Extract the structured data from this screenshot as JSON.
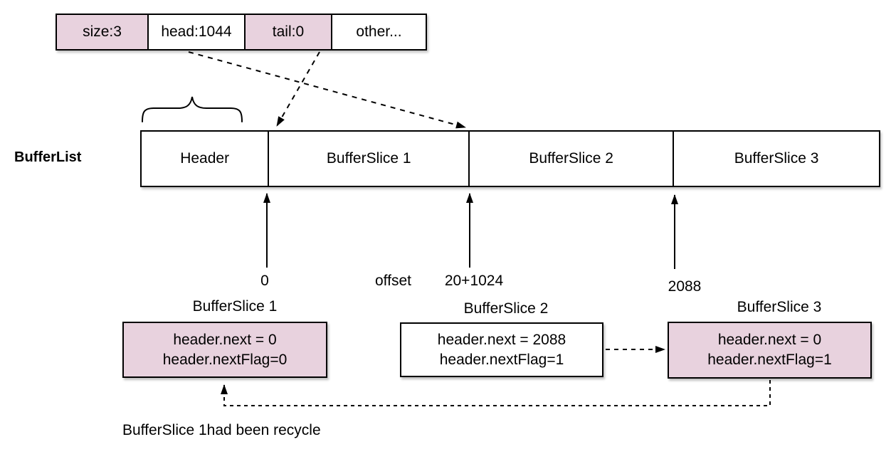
{
  "diagram": {
    "header_box": {
      "cells": [
        {
          "label": "size:3",
          "highlighted": true
        },
        {
          "label": "head:1044",
          "highlighted": false
        },
        {
          "label": "tail:0",
          "highlighted": true
        },
        {
          "label": "other...",
          "highlighted": false
        }
      ]
    },
    "buffer_list": {
      "label": "BufferList",
      "cells": [
        {
          "label": "Header"
        },
        {
          "label": "BufferSlice 1"
        },
        {
          "label": "BufferSlice 2"
        },
        {
          "label": "BufferSlice 3"
        }
      ]
    },
    "offsets": {
      "start": "0",
      "axis_label": "offset",
      "mid": "20+1024",
      "end": "2088"
    },
    "slices": [
      {
        "title": "BufferSlice 1",
        "line1": "header.next = 0",
        "line2": "header.nextFlag=0",
        "highlighted": true
      },
      {
        "title": "BufferSlice 2",
        "line1": "header.next = 2088",
        "line2": "header.nextFlag=1",
        "highlighted": false
      },
      {
        "title": "BufferSlice 3",
        "line1": "header.next = 0",
        "line2": "header.nextFlag=1",
        "highlighted": true
      }
    ],
    "note": "BufferSlice 1had been recycle",
    "colors": {
      "highlight_fill": "#e8d2de",
      "stroke": "#000000"
    }
  }
}
